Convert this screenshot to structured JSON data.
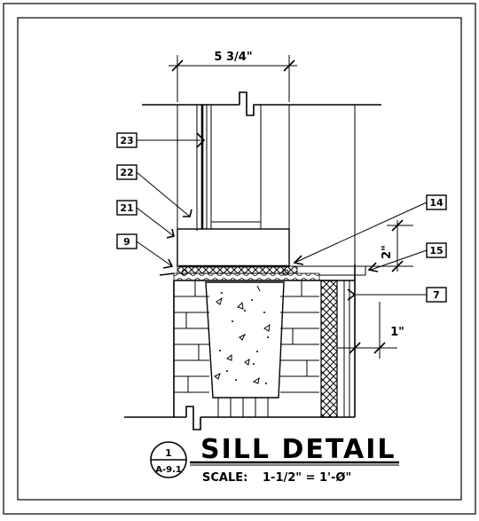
{
  "title": "SILL DETAIL",
  "scale_label": "SCALE:",
  "scale_value": "1-1/2\" = 1'-Ø\"",
  "detail_bubble": {
    "number": "1",
    "sheet": "A-9.1"
  },
  "dimensions": {
    "width": "5 3/4\"",
    "height_2": "2\"",
    "offset_1": "1\""
  },
  "callouts": {
    "c23": "23",
    "c22": "22",
    "c21": "21",
    "c9": "9",
    "c14": "14",
    "c15": "15",
    "c7": "7"
  },
  "icons": [
    "arrowhead-tick",
    "break-line",
    "detail-bubble"
  ]
}
